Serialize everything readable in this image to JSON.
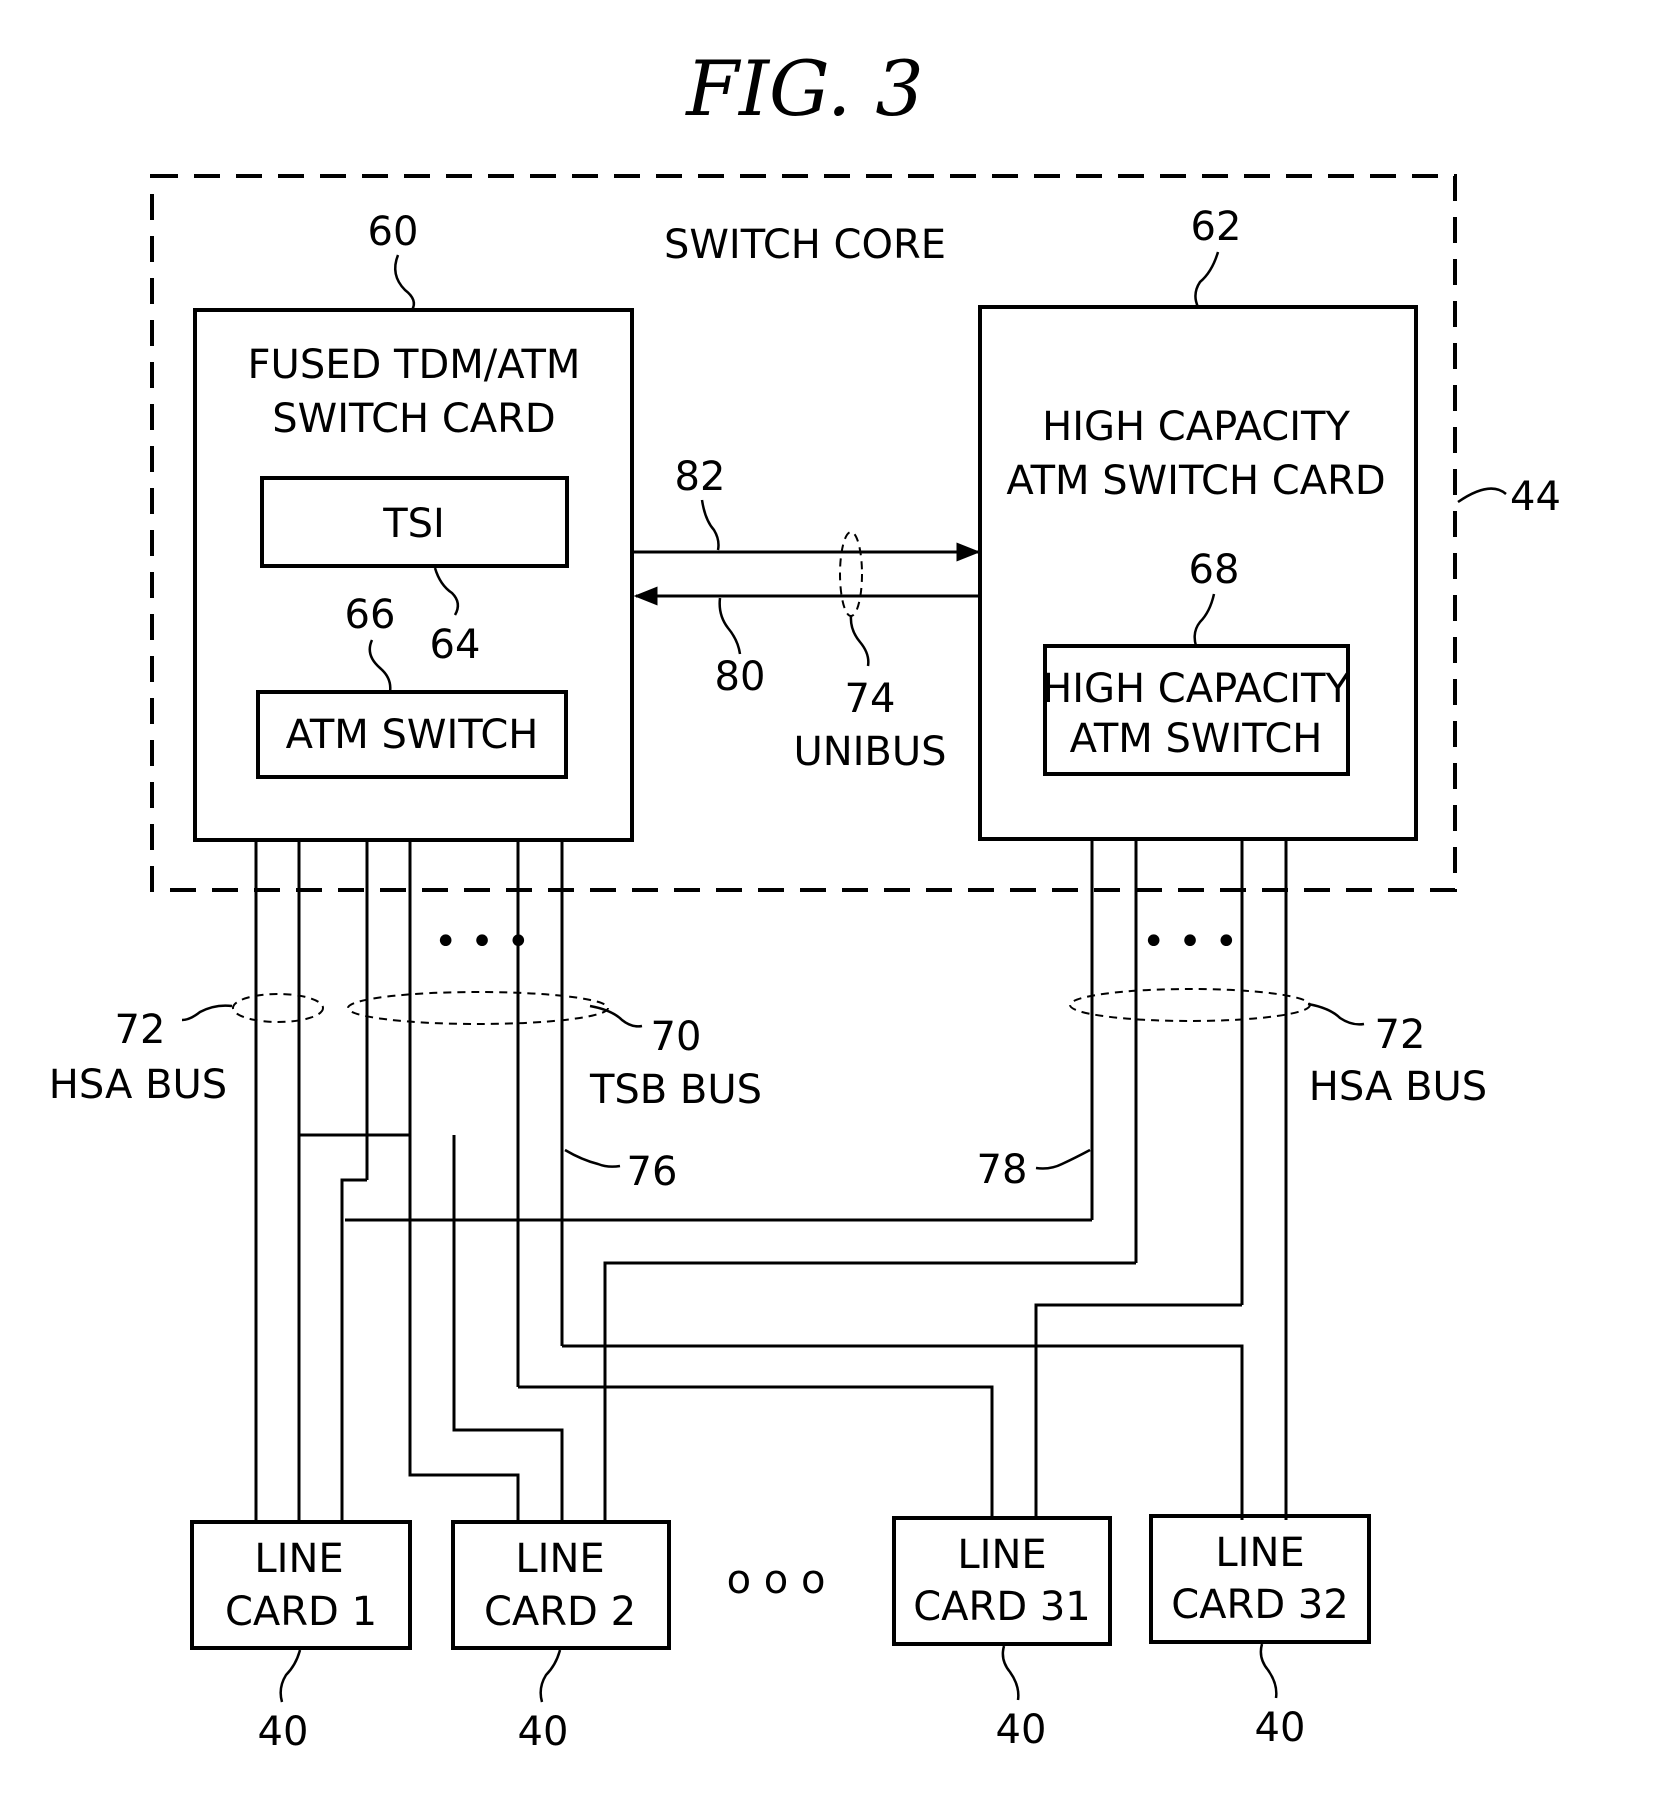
{
  "figure": {
    "title": "FIG. 3"
  },
  "switch_core": {
    "label": "SWITCH CORE",
    "ref": "44"
  },
  "fused_card": {
    "ref": "60",
    "title_line1": "FUSED TDM/ATM",
    "title_line2": "SWITCH CARD"
  },
  "tsi": {
    "label": "TSI",
    "ref": "64"
  },
  "atm_switch": {
    "label": "ATM SWITCH",
    "ref": "66"
  },
  "hc_card": {
    "ref": "62",
    "title_line1": "HIGH CAPACITY",
    "title_line2": "ATM SWITCH CARD"
  },
  "hc_switch": {
    "ref": "68",
    "line1": "HIGH CAPACITY",
    "line2": "ATM SWITCH"
  },
  "unibus": {
    "ref": "74",
    "label": "UNIBUS",
    "fwd_ref": "82",
    "rev_ref": "80"
  },
  "buses": {
    "hsa_left_ref": "72",
    "hsa_left_label": "HSA BUS",
    "tsb_ref": "70",
    "tsb_label": "TSB BUS",
    "hsa_right_ref": "72",
    "hsa_right_label": "HSA BUS",
    "line76_ref": "76",
    "line78_ref": "78",
    "ellipsis": "• • •"
  },
  "line_cards": [
    {
      "line1": "LINE",
      "line2": "CARD 1",
      "ref": "40"
    },
    {
      "line1": "LINE",
      "line2": "CARD 2",
      "ref": "40"
    },
    {
      "line1": "LINE",
      "line2": "CARD 31",
      "ref": "40"
    },
    {
      "line1": "LINE",
      "line2": "CARD 32",
      "ref": "40"
    }
  ],
  "cards_ellipsis": "o  o  o"
}
